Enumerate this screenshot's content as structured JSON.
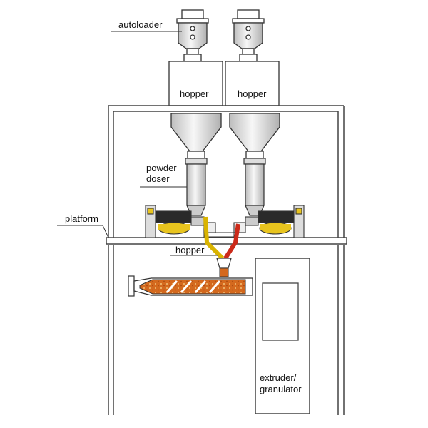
{
  "labels": {
    "autoloader": "autoloader",
    "hopper_left": "hopper",
    "hopper_right": "hopper",
    "powder_doser_line1": "powder",
    "powder_doser_line2": "doser",
    "platform": "platform",
    "hopper_lower": "hopper",
    "extruder_line1": "extruder/",
    "extruder_line2": "granulator"
  },
  "colors": {
    "line": "#333333",
    "frame": "#444444",
    "steel_light": "#eeeeee",
    "steel_mid": "#c8c8c8",
    "yellow_motor": "#e8c41e",
    "yellow_flow": "#d9b300",
    "red_flow": "#cc2a1a",
    "barrel_orange": "#d4691e",
    "barrel_dots": "#f0c080"
  }
}
